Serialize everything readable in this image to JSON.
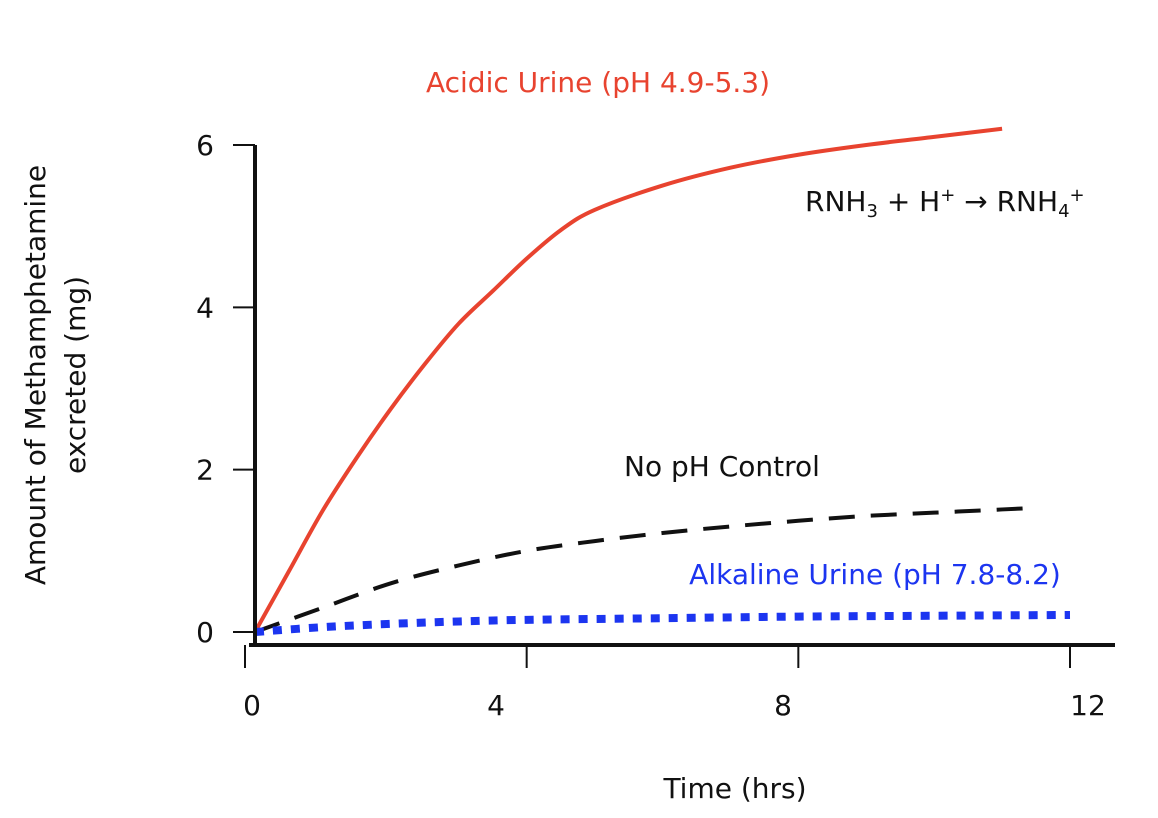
{
  "chart_data": {
    "type": "line",
    "xlabel": "Time (hrs)",
    "ylabel_lines": [
      "Amount of Methamphetamine",
      "excreted (mg)"
    ],
    "xlim": [
      0,
      12
    ],
    "ylim": [
      0,
      6
    ],
    "x_ticks": [
      0,
      4,
      8,
      12
    ],
    "y_ticks": [
      0,
      2,
      4,
      6
    ],
    "grid": false,
    "legend": "none",
    "series": [
      {
        "name": "Acidic Urine (pH 4.9-5.3)",
        "color": "#e8432f",
        "style": "solid",
        "x": [
          0,
          0.5,
          1,
          1.5,
          2,
          2.5,
          3,
          3.5,
          4,
          4.5,
          5,
          6,
          7,
          8,
          9,
          10,
          11
        ],
        "y": [
          0,
          0.75,
          1.5,
          2.15,
          2.75,
          3.3,
          3.8,
          4.2,
          4.6,
          4.95,
          5.2,
          5.5,
          5.72,
          5.88,
          6.0,
          6.1,
          6.2
        ]
      },
      {
        "name": "No pH Control",
        "color": "#111111",
        "style": "dashed",
        "x": [
          0,
          1,
          2,
          3,
          4,
          5,
          6,
          7,
          8,
          9,
          10,
          11,
          11.5
        ],
        "y": [
          0,
          0.3,
          0.6,
          0.82,
          1.0,
          1.12,
          1.22,
          1.3,
          1.37,
          1.43,
          1.47,
          1.51,
          1.53
        ]
      },
      {
        "name": "Alkaline Urine (pH 7.8-8.2)",
        "color": "#1c35f0",
        "style": "dotted",
        "x": [
          0,
          1,
          2,
          3,
          4,
          6,
          8,
          10,
          12
        ],
        "y": [
          0,
          0.06,
          0.1,
          0.13,
          0.15,
          0.17,
          0.19,
          0.2,
          0.21
        ]
      }
    ],
    "annotation": {
      "parts": [
        {
          "t": "RNH",
          "s": "normal"
        },
        {
          "t": "3",
          "s": "sub"
        },
        {
          "t": " + H",
          "s": "normal"
        },
        {
          "t": "+",
          "s": "sup"
        },
        {
          "t": "  →  RNH",
          "s": "normal"
        },
        {
          "t": "4",
          "s": "sub"
        },
        {
          "t": "+",
          "s": "sup"
        }
      ]
    }
  }
}
